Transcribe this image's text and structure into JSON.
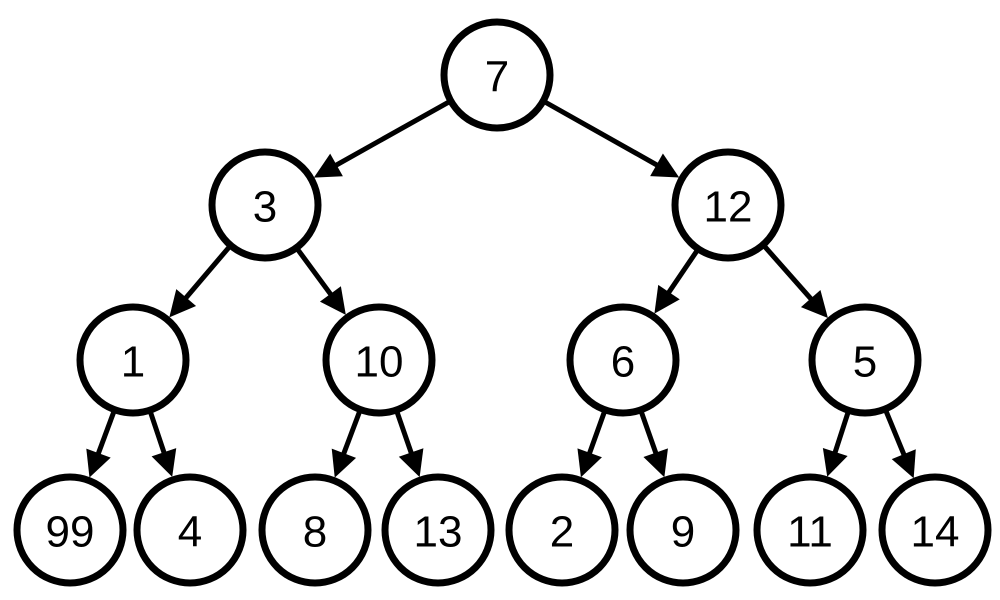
{
  "diagram": {
    "type": "binary-tree",
    "colors": {
      "background": "#ffffff",
      "stroke": "#000000",
      "node_fill": "#ffffff",
      "text": "#000000"
    },
    "nodes": [
      {
        "id": "n7",
        "label": "7"
      },
      {
        "id": "n3",
        "label": "3"
      },
      {
        "id": "n12",
        "label": "12"
      },
      {
        "id": "n1",
        "label": "1"
      },
      {
        "id": "n10",
        "label": "10"
      },
      {
        "id": "n6",
        "label": "6"
      },
      {
        "id": "n5",
        "label": "5"
      },
      {
        "id": "n99",
        "label": "99"
      },
      {
        "id": "n4",
        "label": "4"
      },
      {
        "id": "n8",
        "label": "8"
      },
      {
        "id": "n13",
        "label": "13"
      },
      {
        "id": "n2",
        "label": "2"
      },
      {
        "id": "n9",
        "label": "9"
      },
      {
        "id": "n11",
        "label": "11"
      },
      {
        "id": "n14",
        "label": "14"
      }
    ],
    "edges": [
      {
        "from": "n7",
        "to": "n3"
      },
      {
        "from": "n7",
        "to": "n12"
      },
      {
        "from": "n3",
        "to": "n1"
      },
      {
        "from": "n3",
        "to": "n10"
      },
      {
        "from": "n12",
        "to": "n6"
      },
      {
        "from": "n12",
        "to": "n5"
      },
      {
        "from": "n1",
        "to": "n99"
      },
      {
        "from": "n1",
        "to": "n4"
      },
      {
        "from": "n10",
        "to": "n8"
      },
      {
        "from": "n10",
        "to": "n13"
      },
      {
        "from": "n6",
        "to": "n2"
      },
      {
        "from": "n6",
        "to": "n9"
      },
      {
        "from": "n5",
        "to": "n11"
      },
      {
        "from": "n5",
        "to": "n14"
      }
    ]
  }
}
